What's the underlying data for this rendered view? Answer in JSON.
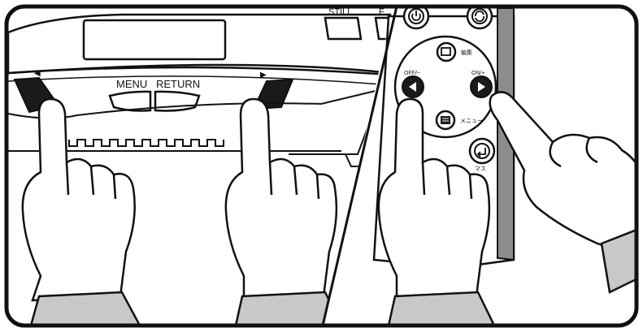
{
  "projector_panel": {
    "still_label": "STILL",
    "partial_label": "F",
    "menu_label": "MENU",
    "return_label": "RETURN",
    "left_arrow_glyph": "◀",
    "right_arrow_glyph": "▶"
  },
  "remote": {
    "edit_label": "編集",
    "off_label": "OFF/−",
    "on_label": "ON/+",
    "menu_label": "メニュー",
    "bottom_label": "マス"
  },
  "colors": {
    "line": "#111111",
    "panel_fill": "#ffffff",
    "remote_body": "#8c8c8c",
    "remote_face": "#ffffff",
    "sleeve": "#c8c8c8",
    "key_dark": "#1a1a1a"
  },
  "icons": {
    "power": "power-icon",
    "refresh": "refresh-icon",
    "edit": "edit-icon",
    "left": "left-arrow-icon",
    "right": "right-arrow-icon",
    "menu": "menu-list-icon",
    "return": "return-icon"
  }
}
